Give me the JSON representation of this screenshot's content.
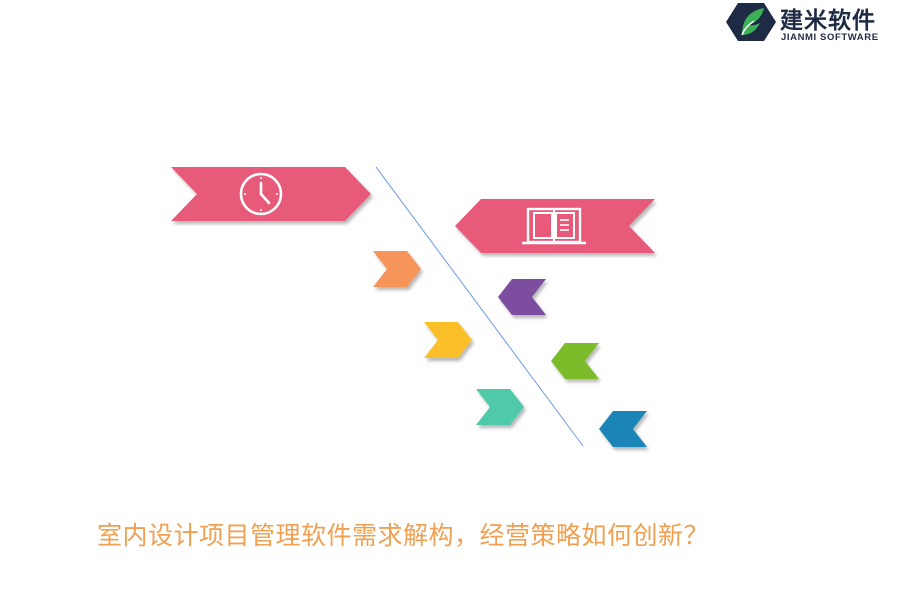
{
  "logo": {
    "name_cn": "建米软件",
    "name_en": "JIANMI SOFTWARE",
    "colors": {
      "dark": "#1f2a44",
      "green": "#3cb054"
    }
  },
  "diagram": {
    "type": "fishbone-chevrons",
    "top_banners": [
      {
        "name": "clock-banner",
        "icon": "clock-icon",
        "direction": "right",
        "color": "#e85a7a"
      },
      {
        "name": "book-banner",
        "icon": "book-icon",
        "direction": "left",
        "color": "#e85a7a"
      }
    ],
    "left_chevrons": [
      {
        "color": "#f5955a",
        "direction": "right"
      },
      {
        "color": "#fbbf2a",
        "direction": "right"
      },
      {
        "color": "#4fcaa8",
        "direction": "right"
      }
    ],
    "right_chevrons": [
      {
        "color": "#7d4ea0",
        "direction": "left"
      },
      {
        "color": "#7cbb2a",
        "direction": "left"
      },
      {
        "color": "#1c85b8",
        "direction": "left"
      }
    ],
    "spine_color": "#6d9be0"
  },
  "caption": "室内设计项目管理软件需求解构，经营策略如何创新？"
}
